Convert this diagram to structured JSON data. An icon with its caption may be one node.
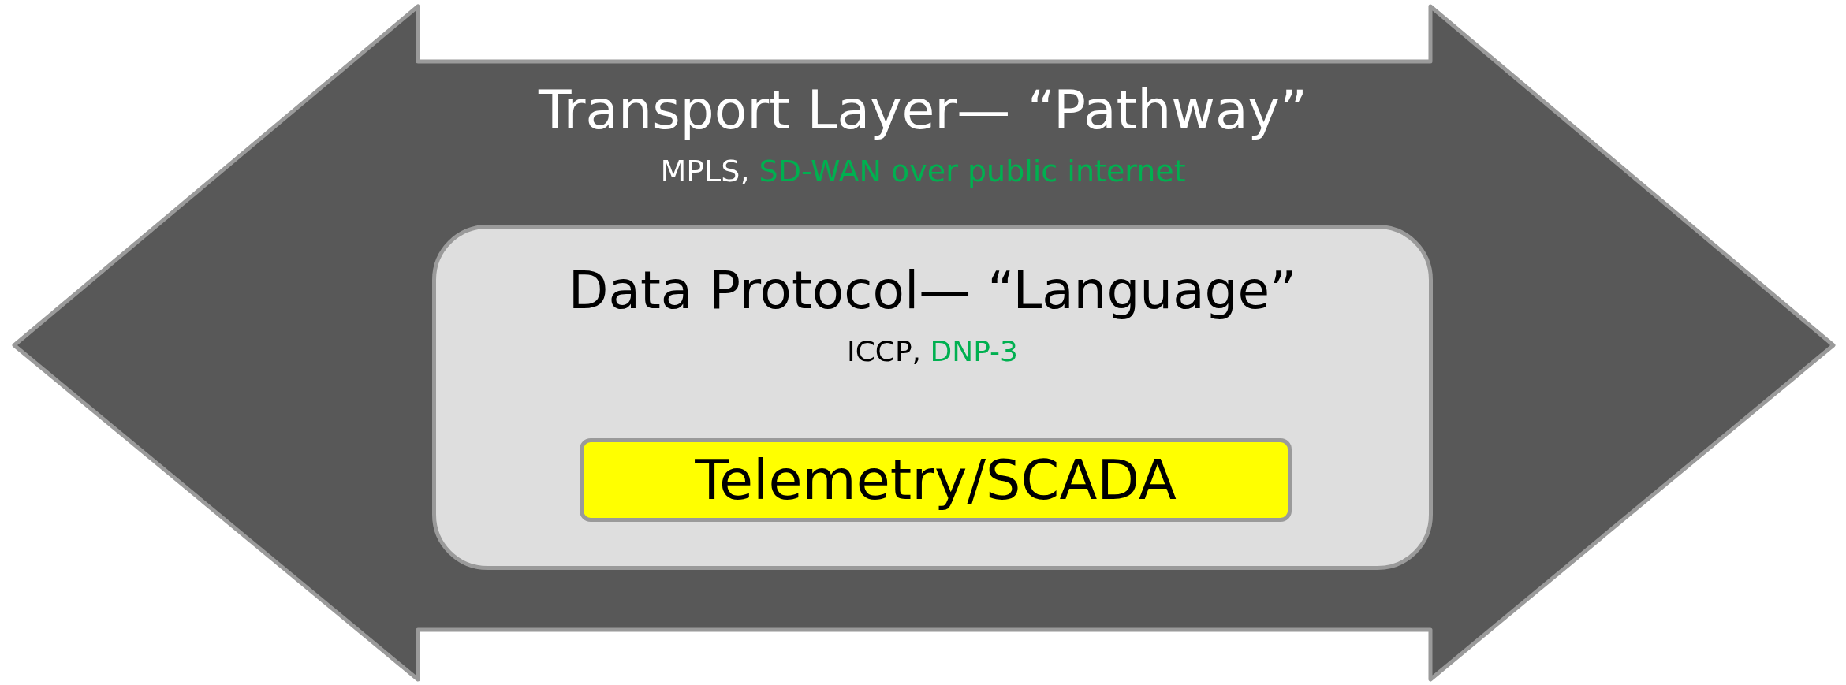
{
  "diagram": {
    "nodes": [
      {
        "text": [
          "Transport Layer— “Pathway”",
          "MPLS,",
          "SD-WAN over public internet"
        ]
      },
      {
        "text": [
          "Data Protocol— “Language”",
          "ICCP,",
          "DNP-3"
        ],
        "in": 0
      },
      {
        "text": [
          "Telemetry/SCADA"
        ],
        "in": 1
      }
    ]
  }
}
